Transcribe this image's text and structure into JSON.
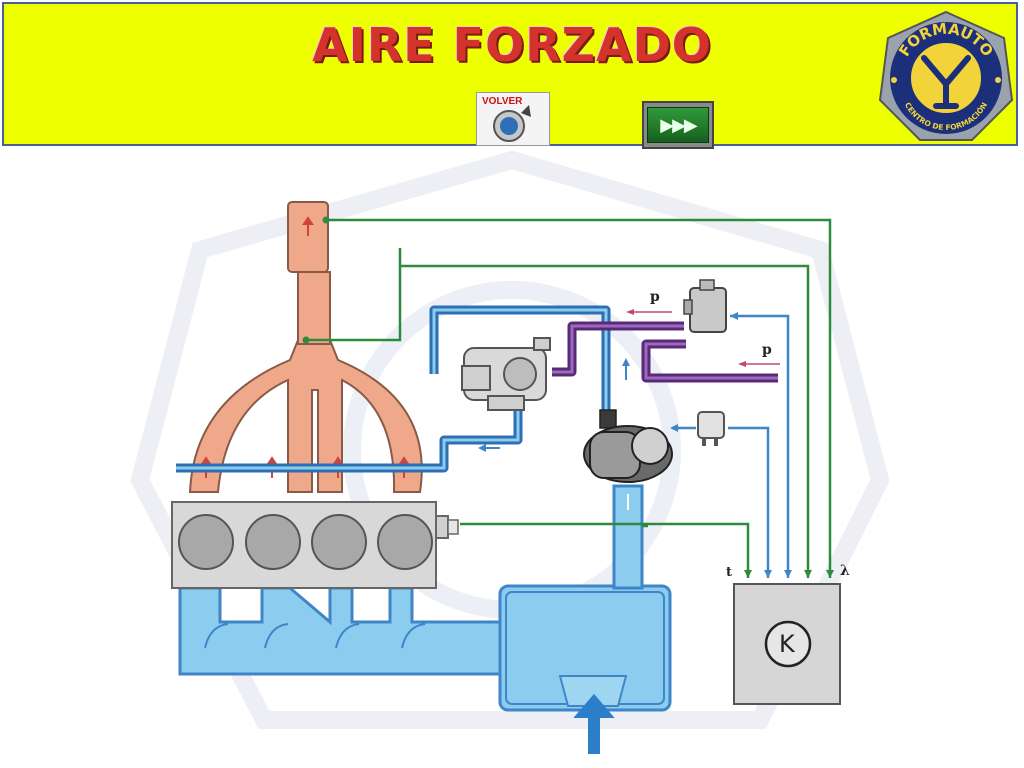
{
  "header": {
    "title": "AIRE FORZADO",
    "back_button_label": "VOLVER",
    "next_button_glyph": "▶▶▶"
  },
  "logo": {
    "name": "FORMAUTO",
    "subtitle": "CENTRO DE FORMACIÓN"
  },
  "diagram": {
    "pressure_label_top": "p",
    "pressure_label_mid": "p",
    "ecu_input_temp": "t",
    "ecu_input_lambda": "λ",
    "ecu_symbol": "K"
  },
  "colors": {
    "header_bg": "#eeff00",
    "title": "#d4332b",
    "air_blue": "#3f86c8",
    "air_fill": "#8ccdef",
    "exhaust": "#f0a88a",
    "signal_green": "#2e8b3e",
    "vacuum_purple": "#7b3f9a"
  }
}
